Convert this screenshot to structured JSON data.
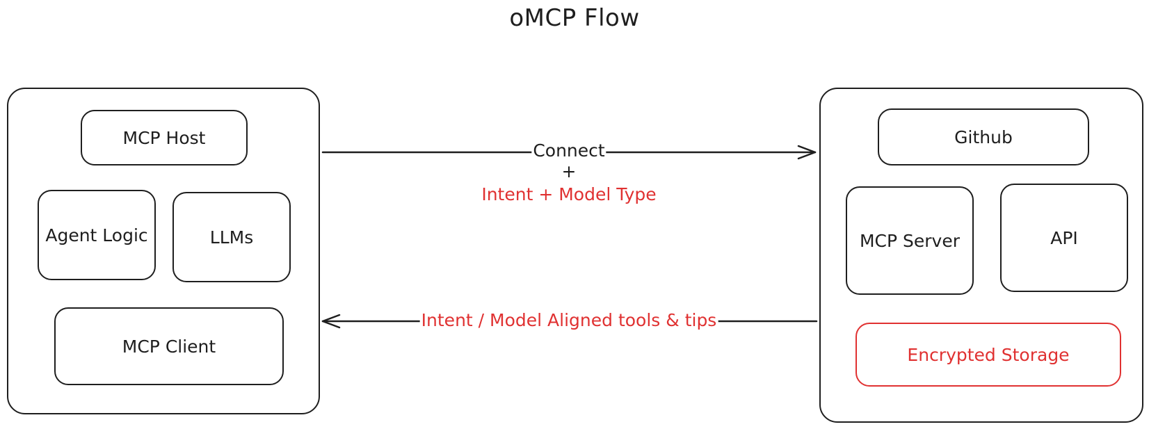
{
  "title": "oMCP Flow",
  "client_side": {
    "mcp_host": "MCP Host",
    "agent_logic": "Agent Logic",
    "llms": "LLMs",
    "mcp_client": "MCP Client"
  },
  "server_side": {
    "github": "Github",
    "mcp_server": "MCP Server",
    "api": "API",
    "encrypted_storage": "Encrypted Storage"
  },
  "arrows": {
    "connect": "Connect",
    "plus": "+",
    "intent_model_type": "Intent + Model Type",
    "response": "Intent / Model Aligned tools & tips"
  },
  "colors": {
    "stroke": "#1e1e1e",
    "accent_red": "#e03131"
  }
}
